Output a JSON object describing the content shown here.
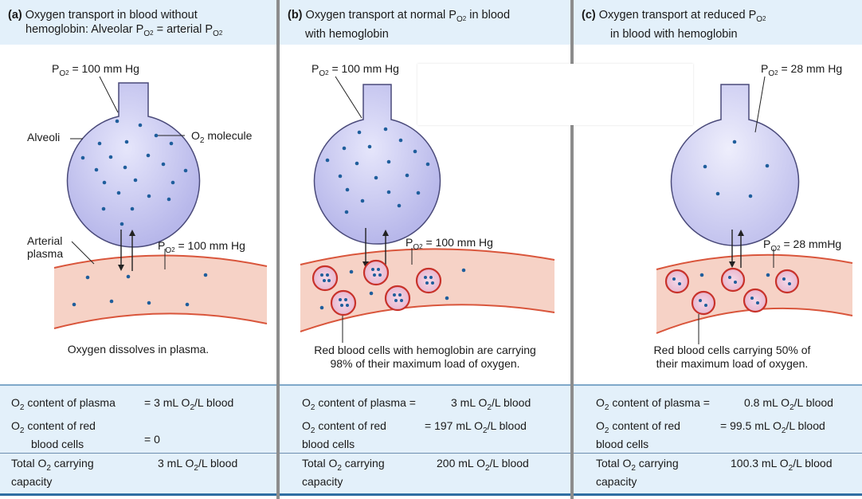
{
  "panel_a": {
    "header_prefix": "(a)",
    "header_line1": "Oxygen transport in blood without",
    "header_line2": "hemoglobin: Alveolar P",
    "header_line2_sub": "O",
    "header_line2_subsub": "2",
    "header_line2_mid": " = arterial P",
    "header_line2_sub_b": "O",
    "header_line2_subsub_b": "2",
    "po2_top_prefix": "P",
    "po2_top_sub": "O",
    "po2_top_subsub": "2",
    "po2_top_value": " = 100 mm Hg",
    "alveoli_label": "Alveoli",
    "o2_molecule_label": "O",
    "o2_molecule_label_sub": "2",
    "o2_molecule_label_rest": " molecule",
    "arterial_label_1": "Arterial",
    "arterial_label_2": "plasma",
    "po2_bottom_prefix": "P",
    "po2_bottom_sub": "O",
    "po2_bottom_subsub": "2",
    "po2_bottom_value": " = 100 mm Hg",
    "caption": "Oxygen dissolves in plasma.",
    "row1_left": "O",
    "row1_left_sub": "2",
    "row1_left_rest": " content of plasma",
    "row1_value": "= 3 mL O",
    "row1_value_sub": "2",
    "row1_value_rest": "/L blood",
    "row2_left_a": "O",
    "row2_left_sub": "2",
    "row2_left_rest": " content of red",
    "row2_left_b": "blood cells",
    "row2_value": "= 0",
    "row3_left_a": "Total O",
    "row3_left_sub": "2",
    "row3_left_rest": " carrying",
    "row3_left_b": "capacity",
    "row3_value": "3 mL O",
    "row3_value_sub": "2",
    "row3_value_rest": "/L blood"
  },
  "panel_b": {
    "header_prefix": "(b)",
    "header_line1": "Oxygen transport at normal  P",
    "header_line1_sub": "O",
    "header_line1_subsub": "2",
    "header_line1_rest": " in blood",
    "header_line2": "with hemoglobin",
    "po2_top_prefix": "P",
    "po2_top_sub": "O",
    "po2_top_subsub": "2",
    "po2_top_value": " = 100 mm Hg",
    "po2_bottom_prefix": "P",
    "po2_bottom_sub": "O",
    "po2_bottom_subsub": "2",
    "po2_bottom_value": " = 100 mm Hg",
    "caption_1": "Red blood cells with hemoglobin are carrying",
    "caption_2": "98% of their maximum load of oxygen.",
    "row1_left": "O",
    "row1_left_sub": "2",
    "row1_left_rest": " content of plasma =",
    "row1_value": "3 mL O",
    "row1_value_sub": "2",
    "row1_value_rest": "/L blood",
    "row2_left_a": "O",
    "row2_left_sub": "2",
    "row2_left_rest": " content of red",
    "row2_left_b": "blood cells",
    "row2_value": "= 197 mL O",
    "row2_value_sub": "2",
    "row2_value_rest": "/L blood",
    "row3_left_a": "Total O",
    "row3_left_sub": "2",
    "row3_left_rest": " carrying",
    "row3_left_b": "capacity",
    "row3_value": "200 mL O",
    "row3_value_sub": "2",
    "row3_value_rest": "/L blood"
  },
  "panel_c": {
    "header_prefix": "(c)",
    "header_line1": "Oxygen transport at reduced P",
    "header_line1_sub": "O",
    "header_line1_subsub": "2",
    "header_line2": "in blood with hemoglobin",
    "po2_top_prefix": "P",
    "po2_top_sub": "O",
    "po2_top_subsub": "2",
    "po2_top_value": " = 28 mm Hg",
    "po2_bottom_prefix": "P",
    "po2_bottom_sub": "O",
    "po2_bottom_subsub": "2",
    "po2_bottom_value": " = 28 mmHg",
    "caption_1": "Red blood cells carrying 50% of",
    "caption_2": "their maximum load of oxygen.",
    "row1_left": "O",
    "row1_left_sub": "2",
    "row1_left_rest": " content of plasma =",
    "row1_value": "0.8 mL O",
    "row1_value_sub": "2",
    "row1_value_rest": "/L blood",
    "row2_left_a": "O",
    "row2_left_sub": "2",
    "row2_left_rest": " content of red",
    "row2_left_b": "blood cells",
    "row2_value": "=  99.5 mL O",
    "row2_value_sub": "2",
    "row2_value_rest": "/L blood",
    "row3_left_a": "Total O",
    "row3_left_sub": "2",
    "row3_left_rest": " carrying",
    "row3_left_b": "capacity",
    "row3_value": "100.3 mL O",
    "row3_value_sub": "2",
    "row3_value_rest": "/L blood"
  },
  "colors": {
    "header_bg": "#e3f0fa",
    "alveolus_fill": "#c9c9f0",
    "plasma_fill": "#f6d2c6",
    "plasma_edge": "#d9553b",
    "rbc_edge": "#c8322a",
    "o2_dot": "#1f5e9c"
  }
}
